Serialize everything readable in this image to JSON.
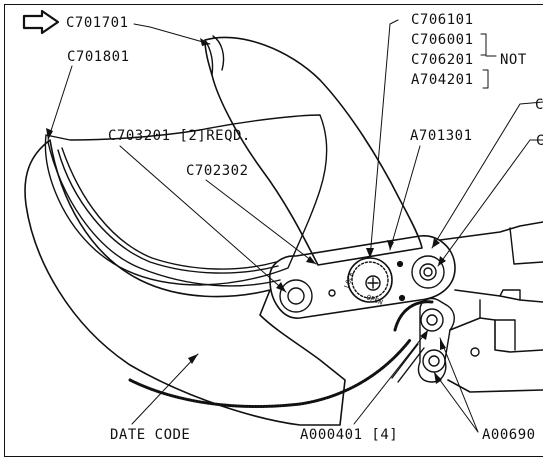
{
  "labels": {
    "c701701": "C701701",
    "c701801": "C701801",
    "c706101": "C706101",
    "c706001": "C706001",
    "c706201": "C706201",
    "a704201": "A704201",
    "not": "NOT",
    "c703201": "C703201 [2]REQD.",
    "c702302": "C702302",
    "a701301": "A701301",
    "date_code": "DATE CODE",
    "a000401": "A000401 [4]",
    "a00690": "A00690",
    "edge_c": "C",
    "edge_c2": "C",
    "dial_lock": "LOCK",
    "dial_open": "OPEN"
  },
  "colors": {
    "ink": "#111111",
    "paper": "#ffffff"
  }
}
